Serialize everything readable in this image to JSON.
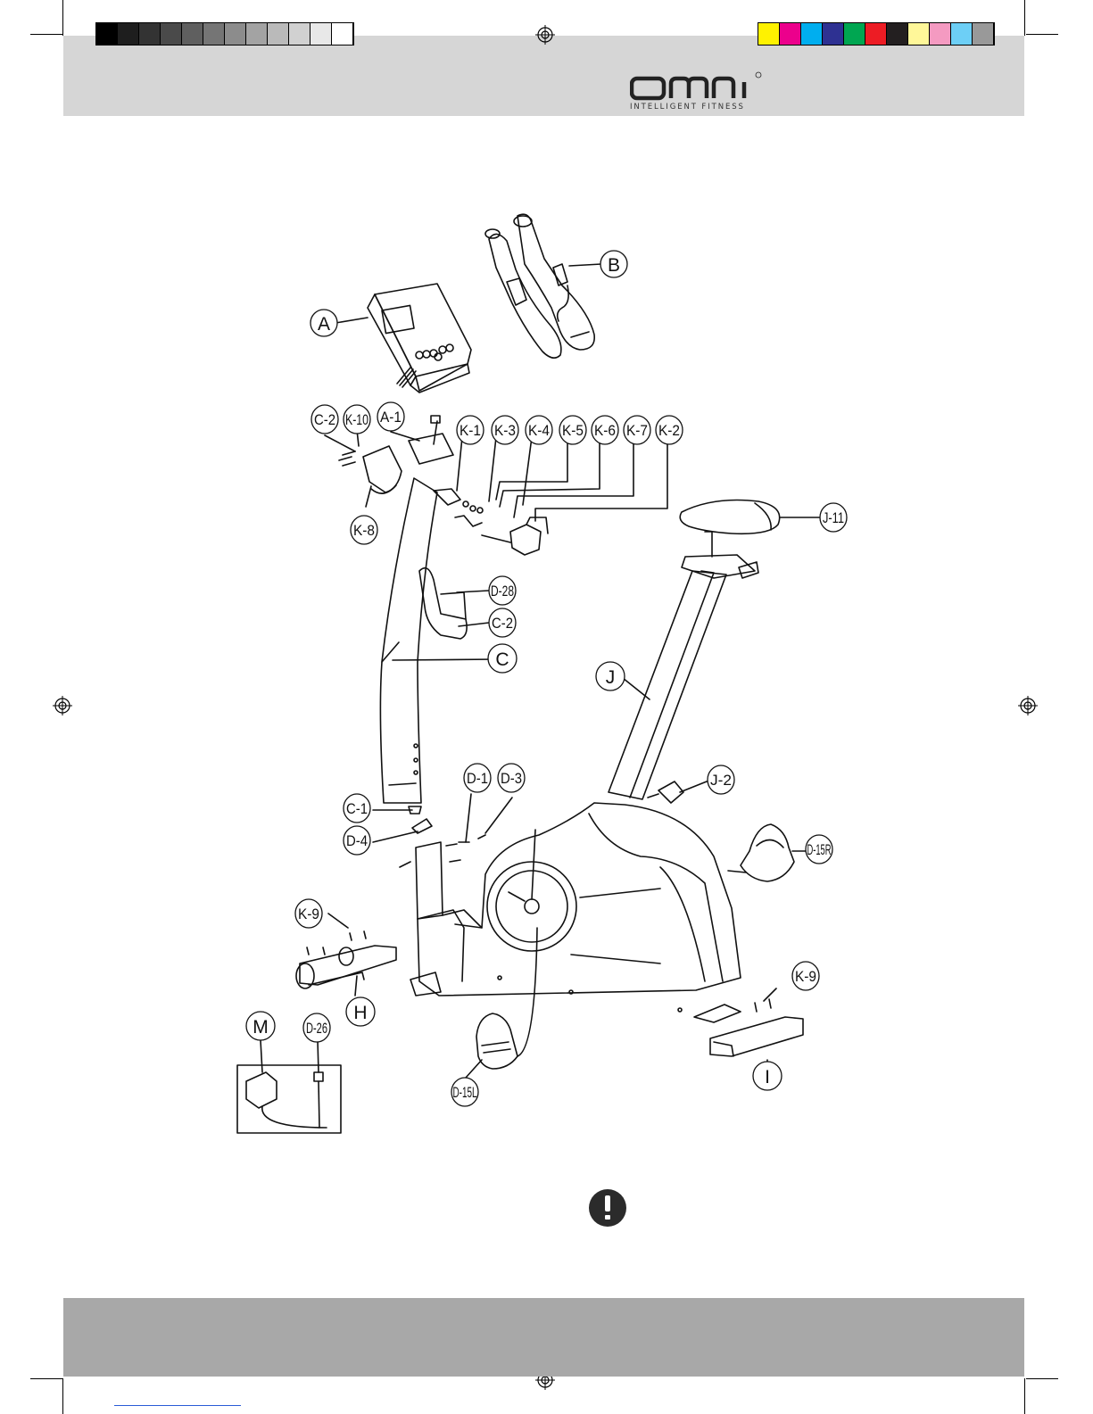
{
  "brand": {
    "logo_text": "OMNI",
    "tagline": "INTELLIGENT FITNESS",
    "registered_mark": "®"
  },
  "colors": {
    "header_band": "#d6d6d6",
    "footer_band": "#a8a8a8",
    "line": "#111111",
    "warning_icon": "#2b2b2b",
    "grayscale_swatches": [
      "#000000",
      "#1e1e1e",
      "#333333",
      "#4a4a4a",
      "#5f5f5f",
      "#757575",
      "#8c8c8c",
      "#a3a3a3",
      "#bababa",
      "#d1d1d1",
      "#e8e8e8",
      "#ffffff"
    ],
    "process_swatches": [
      "#fff200",
      "#ec008c",
      "#00aeef",
      "#2e3192",
      "#00a651",
      "#ed1c24",
      "#231f20",
      "#fff799",
      "#f49ac1",
      "#6dcff6",
      "#999999"
    ]
  },
  "parts": {
    "A": "A",
    "B": "B",
    "A1": "A-1",
    "C2_top": "C-2",
    "K10": "K-10",
    "K1": "K-1",
    "K3": "K-3",
    "K4": "K-4",
    "K5": "K-5",
    "K6": "K-6",
    "K7": "K-7",
    "K2": "K-2",
    "K8": "K-8",
    "J11": "J-11",
    "D28": "D-28",
    "C2_mid": "C-2",
    "C": "C",
    "J": "J",
    "D1": "D-1",
    "D3": "D-3",
    "J2": "J-2",
    "C1": "C-1",
    "D4": "D-4",
    "D15R": "D-15R",
    "K9_left": "K-9",
    "K9_right": "K-9",
    "H": "H",
    "M": "M",
    "D26": "D-26",
    "D15L": "D-15L",
    "I": "I"
  },
  "icons": {
    "warning": "exclamation-icon",
    "registration": "registration-mark-icon"
  }
}
